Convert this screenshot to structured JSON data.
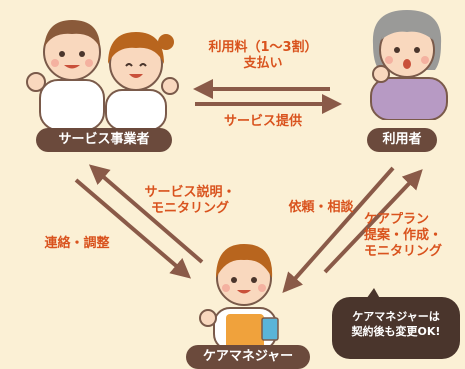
{
  "nodes": {
    "provider": "サービス事業者",
    "user": "利用者",
    "caremanager": "ケアマネジャー"
  },
  "edges": {
    "fee_line1": "利用料（1〜3割）",
    "fee_line2": "支払い",
    "service_provision": "サービス提供",
    "explanation_line1": "サービス説明・",
    "explanation_line2": "モニタリング",
    "contact": "連絡・調整",
    "request": "依頼・相談",
    "careplan_line1": "ケアプラン",
    "careplan_line2": "提案・作成・",
    "careplan_line3": "モニタリング"
  },
  "note": {
    "line1": "ケアマネジャーは",
    "line2": "契約後も変更OK!"
  },
  "colors": {
    "background": "#fbf0d5",
    "arrow": "#8a5a48",
    "label_text": "#d9531e",
    "node_pill": "#6b4a3c",
    "note_bubble": "#4a352c"
  }
}
